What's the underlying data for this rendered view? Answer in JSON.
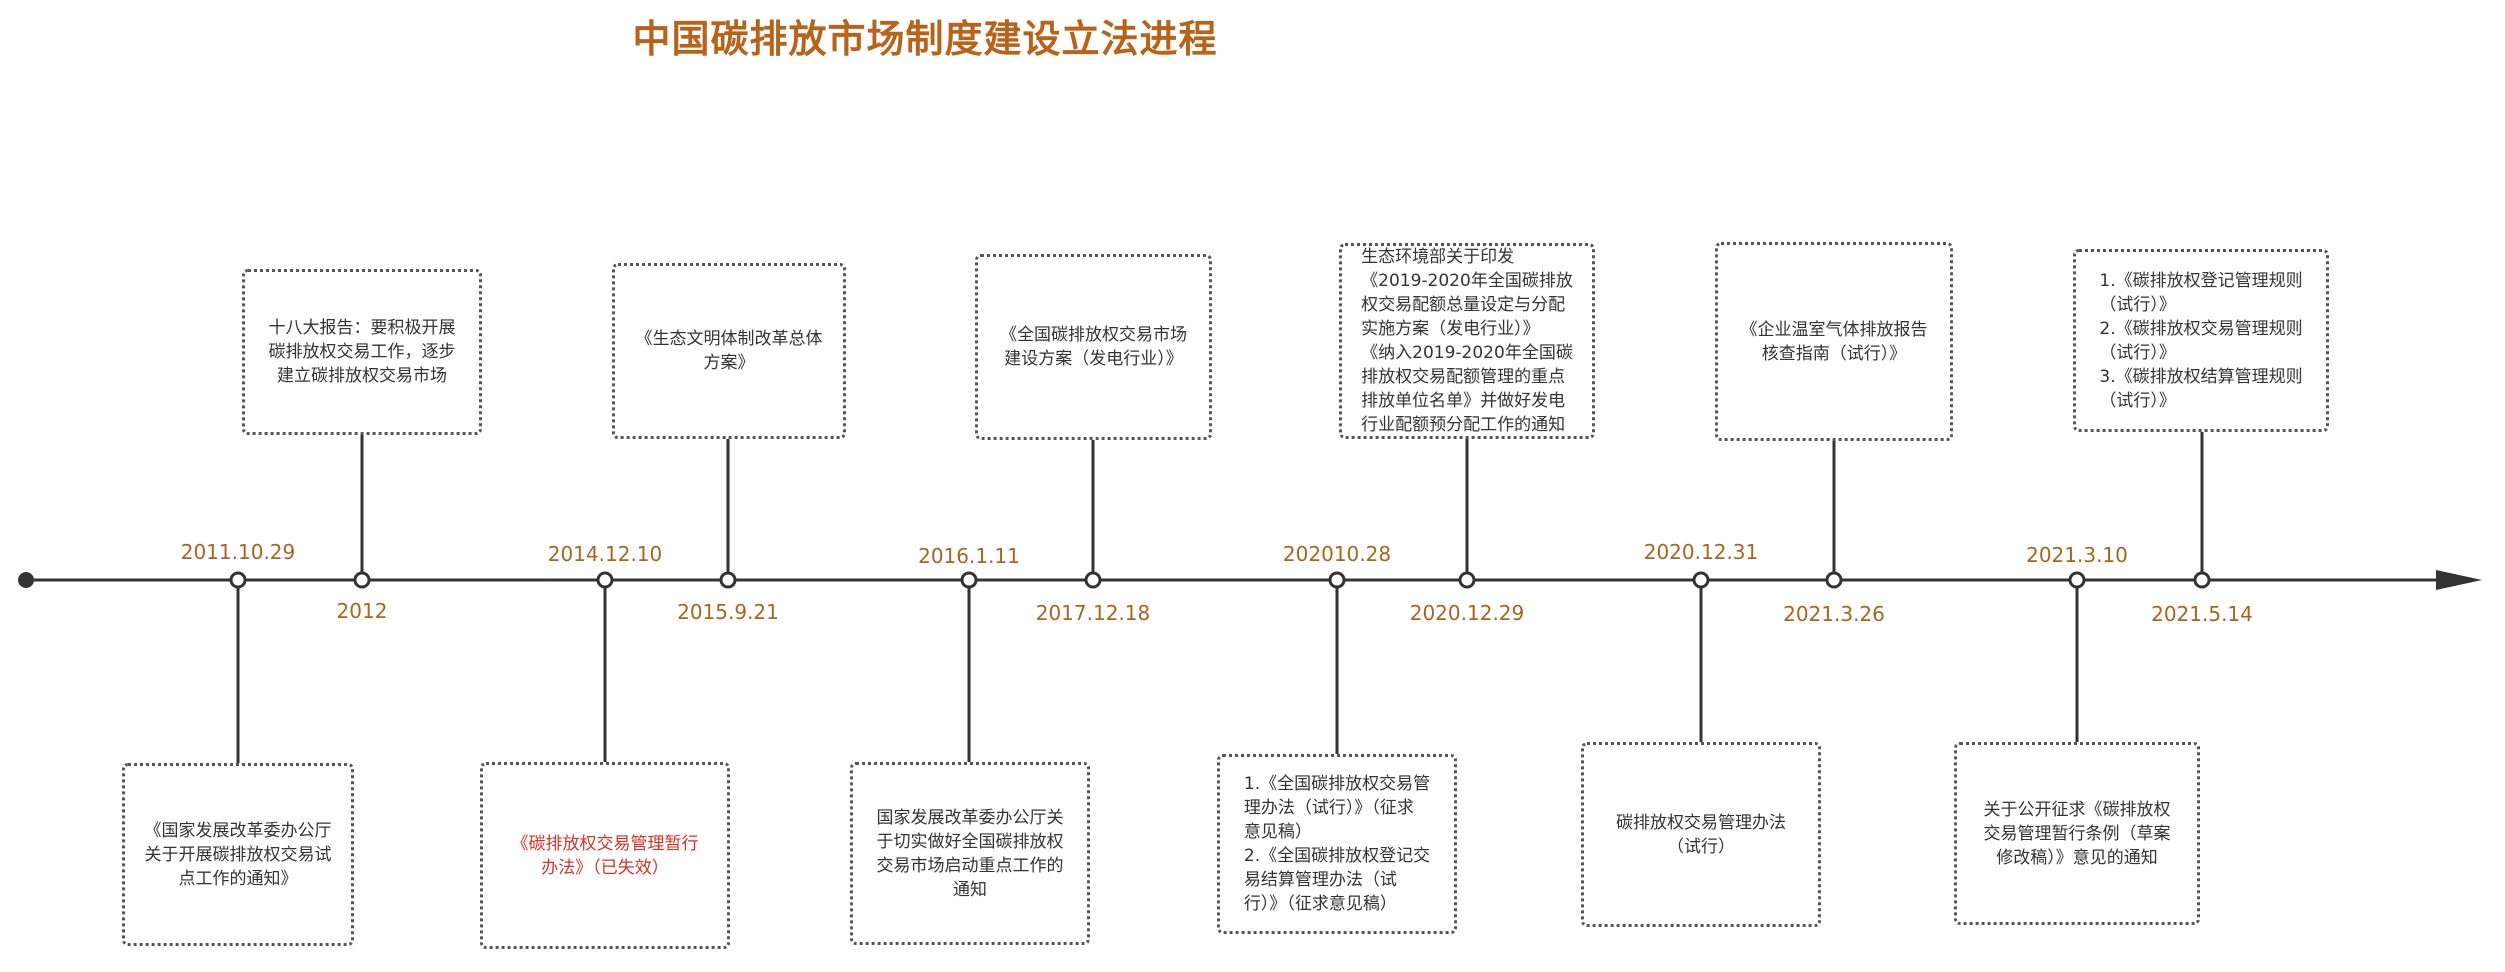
{
  "title": "中国碳排放市场制度建设立法进程",
  "colors": {
    "title": "#b8631a",
    "date": "#a8651e",
    "line": "#333333",
    "box_border": "#555555",
    "highlight": "#d93025"
  },
  "events": [
    {
      "id": "e1",
      "date": "2011.10.29",
      "side": "below",
      "text": "《国家发展改革委办公厅\n关于开展碳排放权交易试\n点工作的通知》",
      "highlight": false
    },
    {
      "id": "e2",
      "date": "2012",
      "side": "above",
      "text": "十八大报告：要积极开展\n碳排放权交易工作，逐步\n建立碳排放权交易市场",
      "highlight": false
    },
    {
      "id": "e3",
      "date": "2014.12.10",
      "side": "below",
      "text": "《碳排放权交易管理暂行\n办法》（已失效）",
      "highlight": true
    },
    {
      "id": "e4",
      "date": "2015.9.21",
      "side": "above",
      "text": "《生态文明体制改革总体\n方案》",
      "highlight": false
    },
    {
      "id": "e5",
      "date": "2016.1.11",
      "side": "below",
      "text": "国家发展改革委办公厅关\n于切实做好全国碳排放权\n交易市场启动重点工作的\n通知",
      "highlight": false
    },
    {
      "id": "e6",
      "date": "2017.12.18",
      "side": "above",
      "text": "《全国碳排放权交易市场\n建设方案（发电行业）》",
      "highlight": false
    },
    {
      "id": "e7",
      "date": "202010.28",
      "side": "below",
      "text": "1.《全国碳排放权交易管\n理办法（试行）》（征求\n意见稿）\n2.《全国碳排放权登记交\n易结算管理办法（试\n行）》（征求意见稿）",
      "highlight": false
    },
    {
      "id": "e8",
      "date": "2020.12.29",
      "side": "above",
      "text": "生态环境部关于印发\n《2019-2020年全国碳排放\n权交易配额总量设定与分配\n实施方案（发电行业）》\n《纳入2019-2020年全国碳\n排放权交易配额管理的重点\n排放单位名单》并做好发电\n行业配额预分配工作的通知",
      "highlight": false
    },
    {
      "id": "e9",
      "date": "2020.12.31",
      "side": "below",
      "text": "碳排放权交易管理办法\n（试行）",
      "highlight": false
    },
    {
      "id": "e10",
      "date": "2021.3.26",
      "side": "above",
      "text": "《企业温室气体排放报告\n核查指南（试行）》",
      "highlight": false
    },
    {
      "id": "e11",
      "date": "2021.3.10",
      "side": "below",
      "text": "关于公开征求《碳排放权\n交易管理暂行条例（草案\n修改稿）》意见的通知",
      "highlight": false
    },
    {
      "id": "e12",
      "date": "2021.5.14",
      "side": "above",
      "text": "1.《碳排放权登记管理规则\n（试行）》\n2.《碳排放权交易管理规则\n（试行）》\n3.《碳排放权结算管理规则\n（试行）》",
      "highlight": false
    }
  ]
}
